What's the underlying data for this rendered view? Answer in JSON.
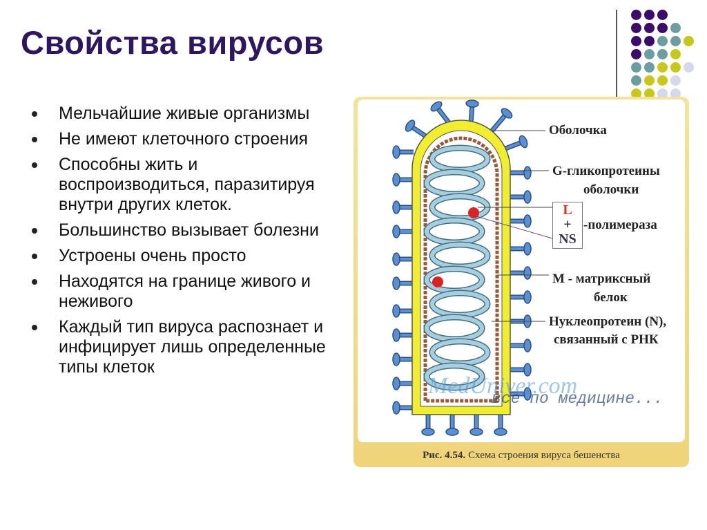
{
  "slide": {
    "title": "Свойства вирусов",
    "bullets": [
      "Мельчайшие живые организмы",
      "Не имеют клеточного строения",
      "Способны жить и воспроизводиться, паразитируя внутри других клеток.",
      "Большинство вызывает болезни",
      "Устроены очень просто",
      "Находятся на границе живого и неживого",
      "Каждый тип вируса распознает и инфицирует лишь определенные типы клеток"
    ]
  },
  "figure": {
    "labels": {
      "envelope": "Оболочка",
      "glyco1": "G-гликопротеины",
      "glyco2": "оболочки",
      "l": "L",
      "plus": "+",
      "ns": "NS",
      "polymerase": "-полимераза",
      "matrix1": "М - матриксный",
      "matrix2": "белок",
      "nucleo1": "Нуклеопротеин (N),",
      "nucleo2": "связанный с РНК"
    },
    "watermark": "MedUniver.com",
    "watermark_sub": "все по медицине...",
    "caption_num": "Рис. 4.54.",
    "caption_text": "Схема строения вируса бешенства"
  },
  "colors": {
    "title": "#2e1660",
    "purple": "#3b0a6b",
    "teal": "#6b9e9e",
    "yellow": "#c8c81a",
    "lavender": "#d6d8ec"
  },
  "decor_dots": [
    [
      "purple",
      "purple",
      "purple"
    ],
    [
      "purple",
      "purple",
      "purple",
      "teal"
    ],
    [
      "purple",
      "purple",
      "teal",
      "teal",
      "yellow"
    ],
    [
      "purple",
      "teal",
      "teal",
      "yellow"
    ],
    [
      "teal",
      "teal",
      "yellow",
      "yellow",
      "lavender"
    ],
    [
      "teal",
      "yellow",
      "yellow",
      "lavender"
    ],
    [
      "yellow",
      "yellow",
      "lavender",
      "lavender"
    ]
  ]
}
